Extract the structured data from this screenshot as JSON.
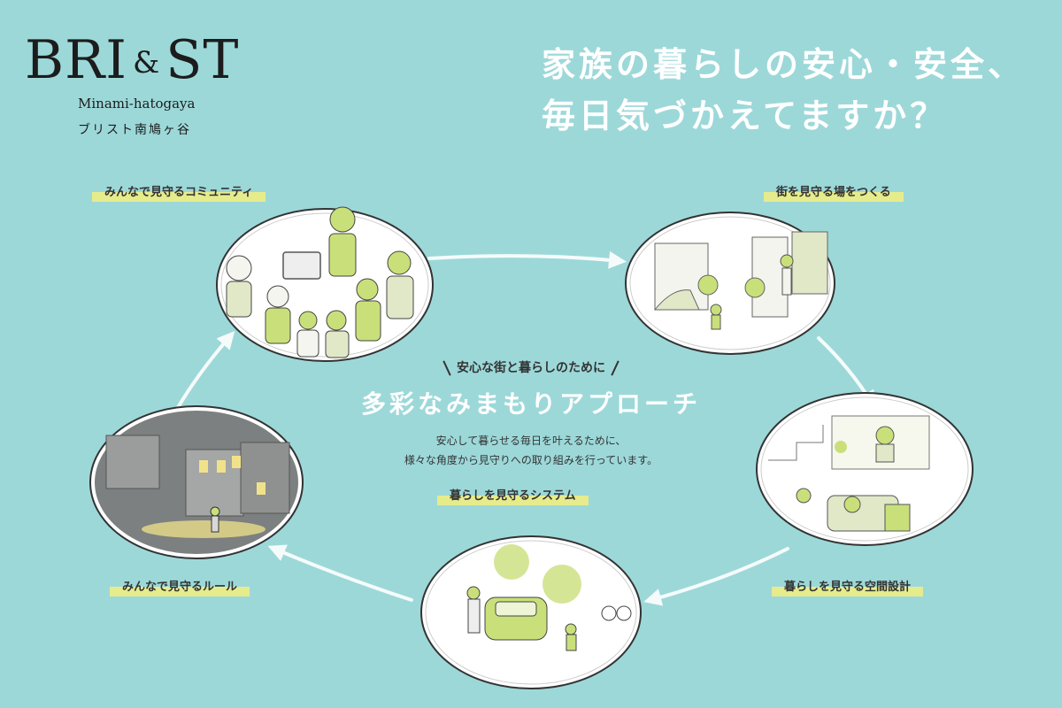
{
  "logo": {
    "brand_left": "BRI",
    "brand_amp": "&",
    "brand_right": "ST",
    "subtitle": "Minami-hatogaya",
    "japanese": "ブリスト南鳩ヶ谷"
  },
  "headline": {
    "line1": "家族の暮らしの安心・安全、",
    "line2": "毎日気づかえてますか？"
  },
  "labels": {
    "community": "みんなで見守るコミュニティ",
    "town": "街を見守る場をつくる",
    "space": "暮らしを見守る空間設計",
    "rules": "みんなで見守るルール",
    "system": "暮らしを見守るシステム"
  },
  "center": {
    "subtitle": "安心な街と暮らしのために",
    "title": "多彩なみまもりアプローチ",
    "text_line1": "安心して暮らせる毎日を叶えるために、",
    "text_line2": "様々な角度から見守りへの取り組みを行っています。"
  },
  "colors": {
    "background": "#9dd8d9",
    "highlight": "#e6ec8c",
    "illustration_green": "#c9e07a",
    "text_dark": "#333333",
    "white": "#ffffff"
  }
}
